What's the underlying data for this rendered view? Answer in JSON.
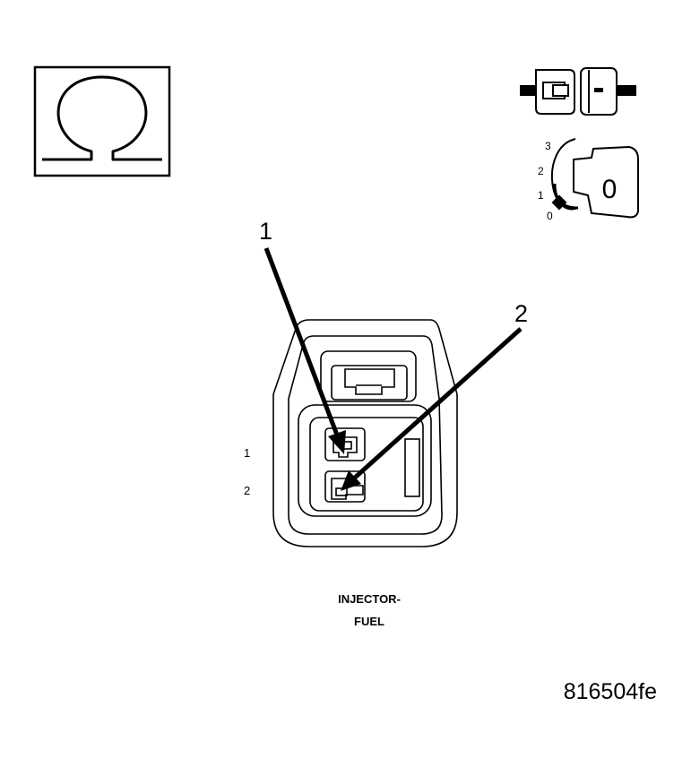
{
  "ohmmeter_icon": {
    "icon": "omega-icon"
  },
  "connector_icon": {
    "icon": "connector-disconnect-icon"
  },
  "ignition_icon": {
    "icon": "ignition-key-icon",
    "positions": [
      "3",
      "2",
      "1",
      "0"
    ],
    "key_position": "0"
  },
  "callouts": [
    "1",
    "2"
  ],
  "terminal_labels": [
    "1",
    "2"
  ],
  "connector_label": {
    "line1": "INJECTOR-",
    "line2": "FUEL"
  },
  "figure_id": "816504fe",
  "colors": {
    "ink": "#000000",
    "background": "#ffffff"
  }
}
